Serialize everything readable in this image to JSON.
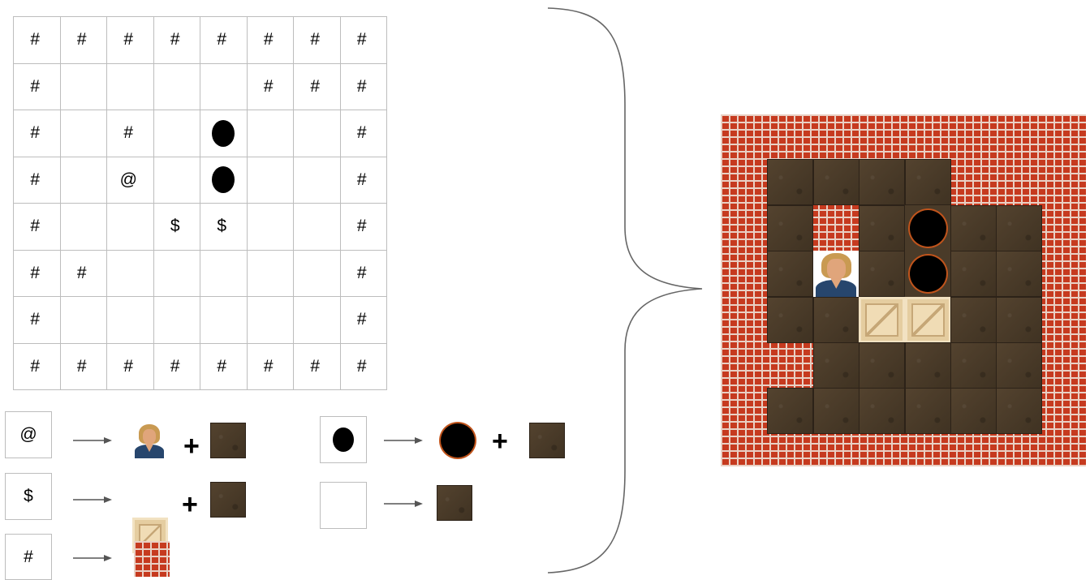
{
  "ascii_map": {
    "rows": [
      [
        "#",
        "#",
        "#",
        "#",
        "#",
        "#",
        "#",
        "#"
      ],
      [
        "#",
        "",
        "",
        "",
        "",
        "#",
        "#",
        "#"
      ],
      [
        "#",
        "",
        "#",
        "",
        "●",
        "",
        "",
        "#"
      ],
      [
        "#",
        "",
        "@",
        "",
        "●",
        "",
        "",
        "#"
      ],
      [
        "#",
        "",
        "",
        "$",
        "$",
        "",
        "",
        "#"
      ],
      [
        "#",
        "#",
        "",
        "",
        "",
        "",
        "",
        "#"
      ],
      [
        "#",
        "",
        "",
        "",
        "",
        "",
        "",
        "#"
      ],
      [
        "#",
        "#",
        "#",
        "#",
        "#",
        "#",
        "#",
        "#"
      ]
    ]
  },
  "legend": {
    "player_symbol": "@",
    "box_symbol": "$",
    "wall_symbol": "#",
    "plus": "+",
    "goal_symbol_icon": "black-dot-icon",
    "empty_symbol_icon": "empty-cell"
  },
  "game_map": {
    "tiles": [
      "WWWWWWWW",
      "WFFFFWWW",
      "WFWFGFFW",
      "WFPFGFFW",
      "WFFBBFFW",
      "WWFFFFFW",
      "WFFFFFFW",
      "WWWWWWWW"
    ],
    "colors": {
      "brick": "#c63a1f",
      "floor": "#4a3b29",
      "box": "#e5cda0",
      "hole": "#000000"
    }
  }
}
